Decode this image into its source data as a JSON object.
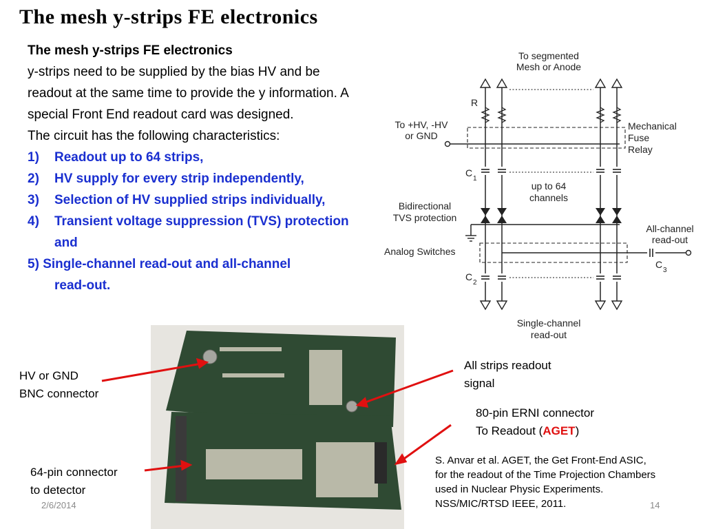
{
  "slide": {
    "title": "The mesh y-strips FE electronics",
    "subtitle": "The mesh y-strips FE electronics",
    "intro": "y-strips need to be supplied by the bias HV and be readout at the same time to provide the y information. A special Front End readout card  was designed.",
    "characteristics_lead": "The circuit has the following characteristics:",
    "items": [
      {
        "num": "1)",
        "text": "Readout up to 64 strips,"
      },
      {
        "num": "2)",
        "text": "HV supply for every strip independently,"
      },
      {
        "num": "3)",
        "text": "Selection of HV supplied strips individually,"
      },
      {
        "num": "4)",
        "text": "Transient voltage suppression (TVS) protection and"
      },
      {
        "num": "5)",
        "text": "Single-channel read-out and all-channel",
        "text_cont": "read-out."
      }
    ]
  },
  "schematic": {
    "top_label_1": "To segmented",
    "top_label_2": "Mesh or Anode",
    "hv_label_1": "To +HV, -HV",
    "hv_label_2": "or GND",
    "r_label": "R",
    "relay_label_1": "Mechanical",
    "relay_label_2": "Fuse",
    "relay_label_3": "Relay",
    "c1_label": "C",
    "c1_sub": "1",
    "channels_label_1": "up to 64",
    "channels_label_2": "channels",
    "tvs_label_1": "Bidirectional",
    "tvs_label_2": "TVS protection",
    "allch_label_1": "All-channel",
    "allch_label_2": "read-out",
    "switches_label": "Analog Switches",
    "c3_label": "C",
    "c3_sub": "3",
    "c2_label": "C",
    "c2_sub": "2",
    "bottom_label_1": "Single-channel",
    "bottom_label_2": "read-out"
  },
  "annotations": {
    "hv_connector_1": "HV or GND",
    "hv_connector_2": "BNC connector",
    "all_strips_1": "All strips readout",
    "all_strips_2": "signal",
    "erni_1": "80-pin ERNI connector",
    "erni_2_pre": "To Readout (",
    "erni_2_aget": "AGET",
    "erni_2_post": ")",
    "pin64_1": "64-pin connector",
    "pin64_2": "to detector"
  },
  "reference": [
    "S. Anvar et al. AGET, the Get Front-End ASIC,",
    "for the readout of the Time Projection Chambers",
    "used in Nuclear Physic Experiments.",
    "NSS/MIC/RTSD IEEE, 2011."
  ],
  "footer": {
    "date": "2/6/2014",
    "page": "14"
  },
  "colors": {
    "item_blue": "#1a2fd0",
    "arrow_red": "#e01010",
    "pcb_green": "#2f4a33"
  }
}
